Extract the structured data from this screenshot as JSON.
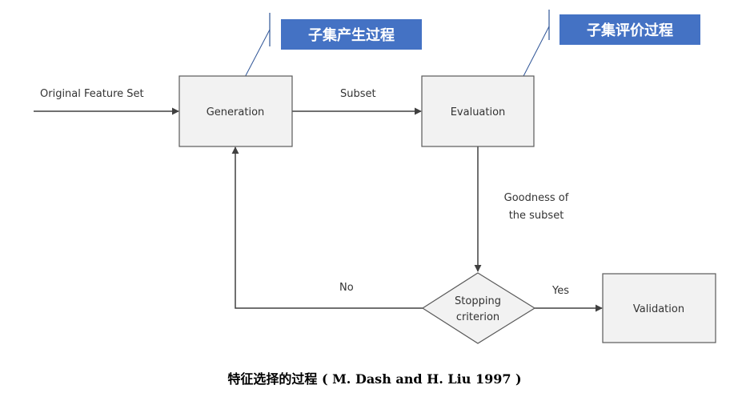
{
  "diagram": {
    "nodes": {
      "generation": "Generation",
      "evaluation": "Evaluation",
      "stopping_line1": "Stopping",
      "stopping_line2": "criterion",
      "validation": "Validation"
    },
    "edges": {
      "input": "Original Feature Set",
      "subset": "Subset",
      "goodness_line1": "Goodness of",
      "goodness_line2": "the subset",
      "no": "No",
      "yes": "Yes"
    },
    "callouts": {
      "generation": "子集产生过程",
      "evaluation": "子集评价过程"
    },
    "caption": "特征选择的过程 ( M. Dash and H. Liu 1997 )"
  },
  "colors": {
    "callout_fill": "#4472c4",
    "callout_line": "#2f5597",
    "box_fill": "#f2f2f2",
    "box_stroke": "#595959",
    "edge": "#404040"
  }
}
